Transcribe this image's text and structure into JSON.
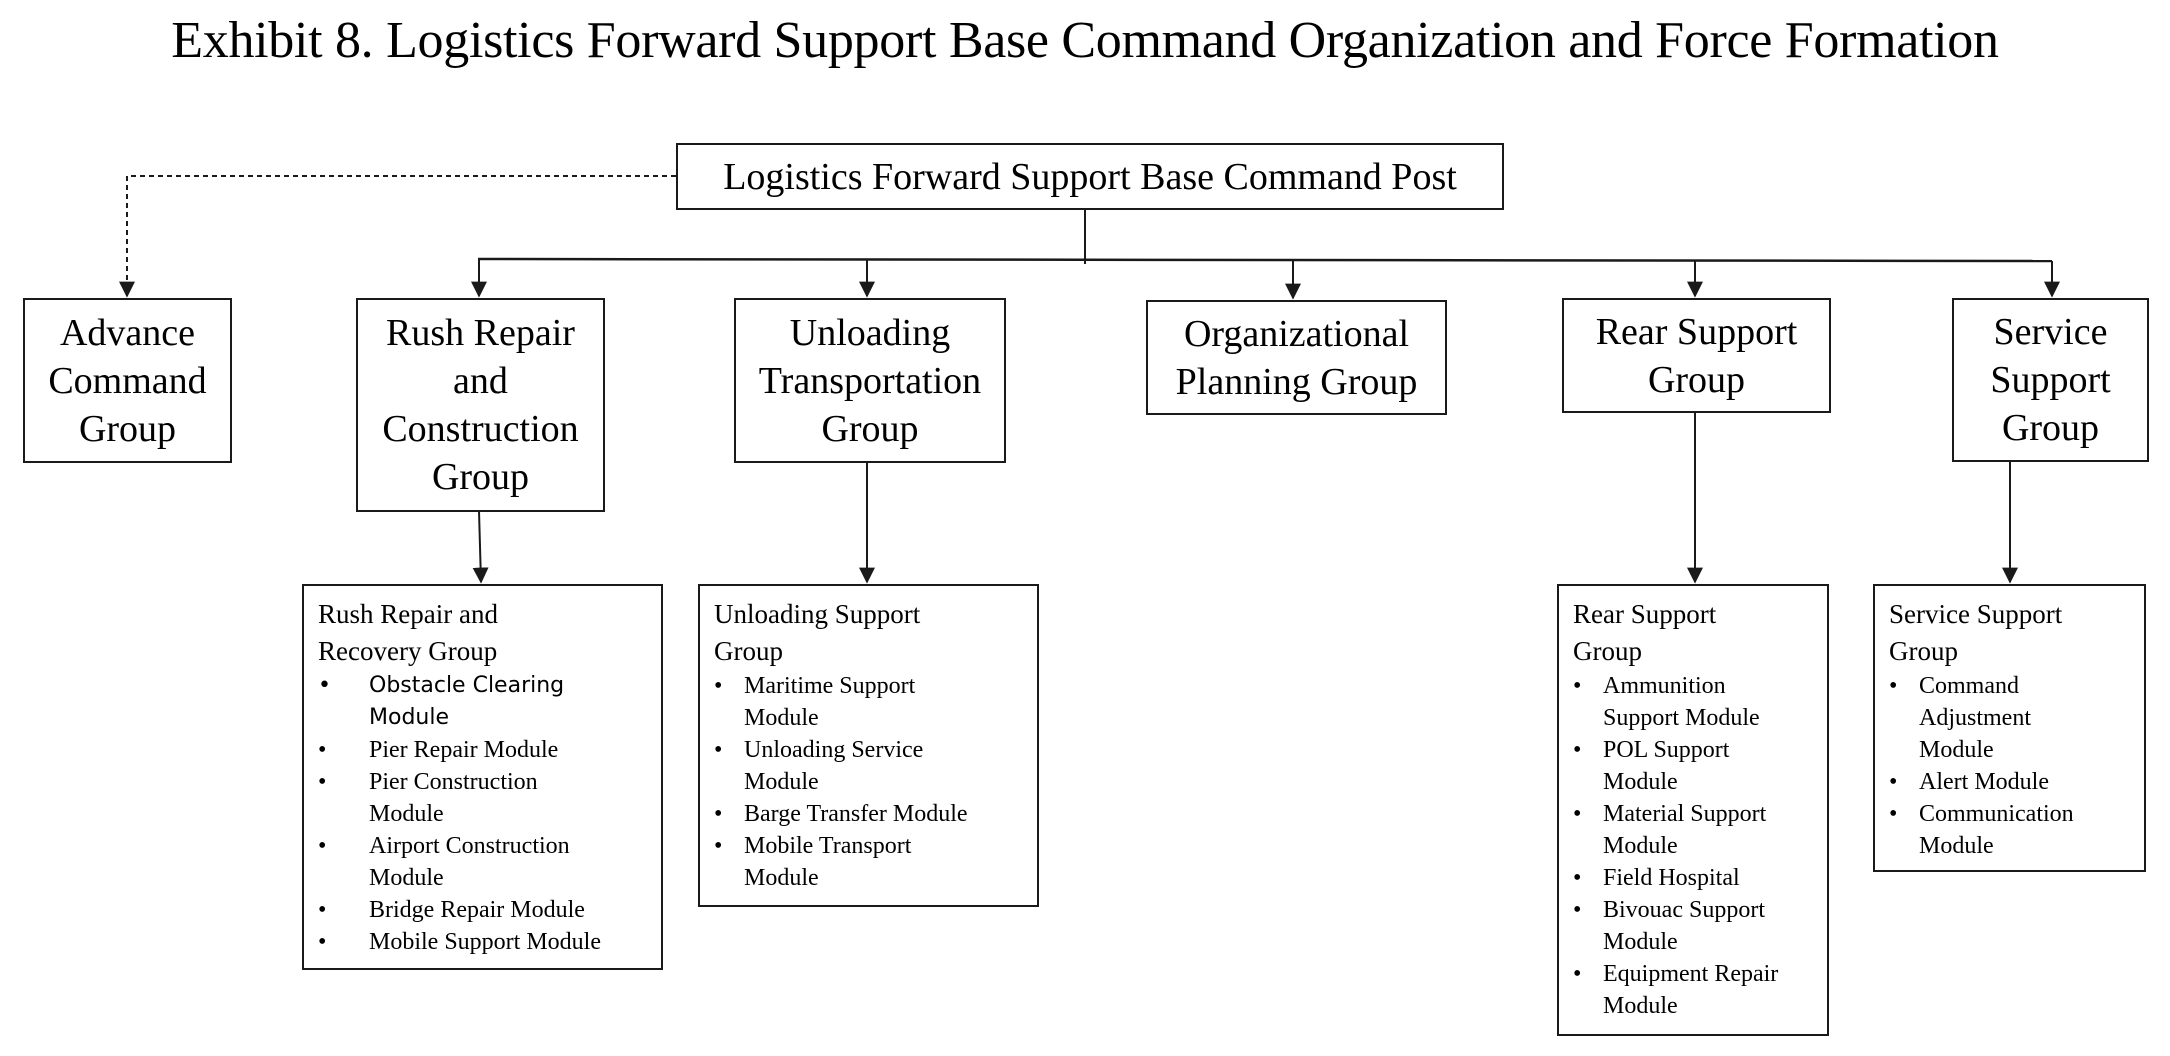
{
  "title": "Exhibit 8. Logistics Forward Support Base Command Organization and Force Formation",
  "root": {
    "label": "Logistics Forward Support Base Command Post"
  },
  "groups": [
    {
      "id": "advance-command",
      "label": "Advance Command Group",
      "lines": [
        "Advance",
        "Command",
        "Group"
      ],
      "link": "dashed"
    },
    {
      "id": "rush-repair-construction",
      "label": "Rush Repair and Construction Group",
      "lines": [
        "Rush Repair",
        "and",
        "Construction",
        "Group"
      ],
      "link": "solid"
    },
    {
      "id": "unloading-transportation",
      "label": "Unloading Transportation Group",
      "lines": [
        "Unloading",
        "Transportation",
        "Group"
      ],
      "link": "solid"
    },
    {
      "id": "organizational-planning",
      "label": "Organizational Planning Group",
      "lines": [
        "Organizational",
        "Planning Group"
      ],
      "link": "solid"
    },
    {
      "id": "rear-support",
      "label": "Rear Support Group",
      "lines": [
        "Rear Support",
        "Group"
      ],
      "link": "solid"
    },
    {
      "id": "service-support",
      "label": "Service Support Group",
      "lines": [
        "Service",
        "Support",
        "Group"
      ],
      "link": "solid"
    }
  ],
  "subgroups": [
    {
      "parent": "rush-repair-construction",
      "heading_lines": [
        "Rush Repair and",
        "Recovery Group"
      ],
      "bullet": "•",
      "modules": [
        {
          "lines": [
            "Obstacle Clearing",
            "Module"
          ]
        },
        {
          "lines": [
            "Pier Repair Module"
          ]
        },
        {
          "lines": [
            "Pier Construction",
            "Module"
          ]
        },
        {
          "lines": [
            "Airport Construction",
            "Module"
          ]
        },
        {
          "lines": [
            "Bridge Repair Module"
          ]
        },
        {
          "lines": [
            "Mobile Support Module"
          ]
        }
      ]
    },
    {
      "parent": "unloading-transportation",
      "heading_lines": [
        "Unloading Support",
        "Group"
      ],
      "bullet": "•",
      "modules": [
        {
          "lines": [
            "Maritime Support",
            "Module"
          ]
        },
        {
          "lines": [
            "Unloading Service",
            "Module"
          ]
        },
        {
          "lines": [
            "Barge Transfer Module"
          ]
        },
        {
          "lines": [
            "Mobile Transport",
            "Module"
          ]
        }
      ]
    },
    {
      "parent": "rear-support",
      "heading_lines": [
        "Rear Support",
        "Group"
      ],
      "bullet": "•",
      "modules": [
        {
          "lines": [
            "Ammunition",
            "Support Module"
          ]
        },
        {
          "lines": [
            "POL Support",
            "Module"
          ]
        },
        {
          "lines": [
            "Material Support",
            "Module"
          ]
        },
        {
          "lines": [
            "Field Hospital"
          ]
        },
        {
          "lines": [
            "Bivouac Support",
            "Module"
          ]
        },
        {
          "lines": [
            "Equipment Repair",
            "Module"
          ]
        }
      ]
    },
    {
      "parent": "service-support",
      "heading_lines": [
        "Service Support",
        "Group"
      ],
      "bullet": "•",
      "modules": [
        {
          "lines": [
            "Command",
            "Adjustment",
            "Module"
          ]
        },
        {
          "lines": [
            "Alert Module"
          ]
        },
        {
          "lines": [
            "Communication",
            "Module"
          ]
        }
      ]
    }
  ],
  "colors": {
    "line": "#1a1a1a",
    "background": "#ffffff",
    "text": "#000000"
  }
}
